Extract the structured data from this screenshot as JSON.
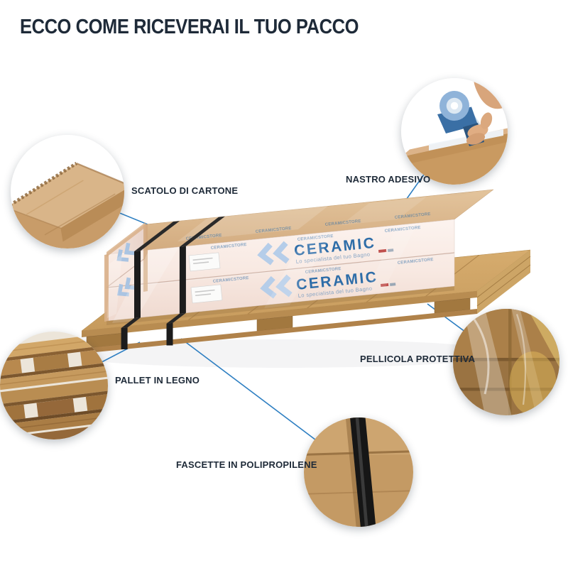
{
  "title": "ECCO COME RICEVERAI IL TUO PACCO",
  "callouts": {
    "scatolo": {
      "label": "SCATOLO DI CARTONE"
    },
    "nastro": {
      "label": "NASTRO ADESIVO"
    },
    "pallet": {
      "label": "PALLET IN LEGNO"
    },
    "pellicola": {
      "label": "PELLICOLA PROTETTIVA"
    },
    "fascette": {
      "label": "FASCETTE IN POLIPROPILENE"
    }
  },
  "package": {
    "brand": "CERAMIC",
    "tagline": "Lo specialista del tuo Bagno",
    "logo_small": "CERAMICSTORE"
  },
  "colors": {
    "accent_line": "#2E7FC2",
    "title_text": "#1E2A38",
    "brand_blue": "#2E6DA8"
  }
}
